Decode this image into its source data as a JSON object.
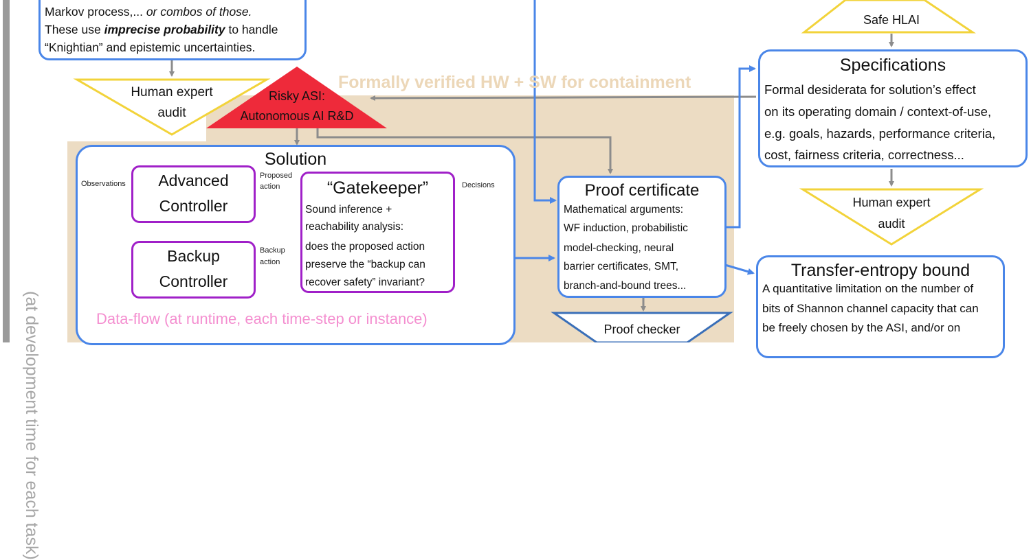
{
  "side_label": "(at development time for each task)",
  "top_left_box": {
    "line1": "Markov process,... ",
    "line1_italic": "or combos of those.",
    "line2_pre": "These use ",
    "line2_emph": "imprecise probability",
    "line2_post": " to handle",
    "line3": "“Knightian” and epistemic uncertainties."
  },
  "left_audit": {
    "line1": "Human expert",
    "line2": "audit"
  },
  "risky_asi": {
    "line1": "Risky ASI:",
    "line2": "Autonomous AI R&D"
  },
  "containment_label": "Formally verified HW + SW for containment",
  "solution": {
    "title": "Solution",
    "observations": "Observations",
    "advanced_controller": {
      "line1": "Advanced",
      "line2": "Controller"
    },
    "backup_controller": {
      "line1": "Backup",
      "line2": "Controller"
    },
    "proposed_action": {
      "line1": "Proposed",
      "line2": "action"
    },
    "backup_action": {
      "line1": "Backup",
      "line2": "action"
    },
    "decisions": "Decisions",
    "gatekeeper": {
      "title": "“Gatekeeper”",
      "lines": [
        "Sound inference +",
        "reachability analysis:",
        "does the proposed action",
        "preserve the “backup can",
        "recover safety” invariant?"
      ]
    },
    "dataflow": "Data-flow (at runtime, each time-step or instance)"
  },
  "proof_certificate": {
    "title": "Proof certificate",
    "lines": [
      "Mathematical arguments:",
      "WF induction, probabilistic",
      "model-checking, neural",
      "barrier certificates, SMT,",
      "branch-and-bound trees..."
    ]
  },
  "proof_checker": "Proof checker",
  "safe_hlai": "Safe HLAI",
  "specifications": {
    "title": "Specifications",
    "lines": [
      "Formal desiderata for solution’s effect",
      "on its operating domain / context-of-use,",
      "e.g. goals, hazards, performance criteria,",
      "cost, fairness criteria, correctness..."
    ]
  },
  "right_audit": {
    "line1": "Human expert",
    "line2": "audit"
  },
  "transfer_entropy": {
    "title": "Transfer-entropy bound",
    "lines": [
      "A quantitative limitation on the number of",
      "bits of Shannon channel capacity that can",
      "be freely chosen by the ASI, and/or on"
    ]
  },
  "colors": {
    "blue": "#4a86e8",
    "purple": "#a020c8",
    "pink": "#f48fd0",
    "gray_arrow": "#8c8c8c",
    "yellow": "#f2d33a",
    "red": "#ee2a3a",
    "tan": "#ecdcc3",
    "label_tan": "#ecd7b8"
  }
}
